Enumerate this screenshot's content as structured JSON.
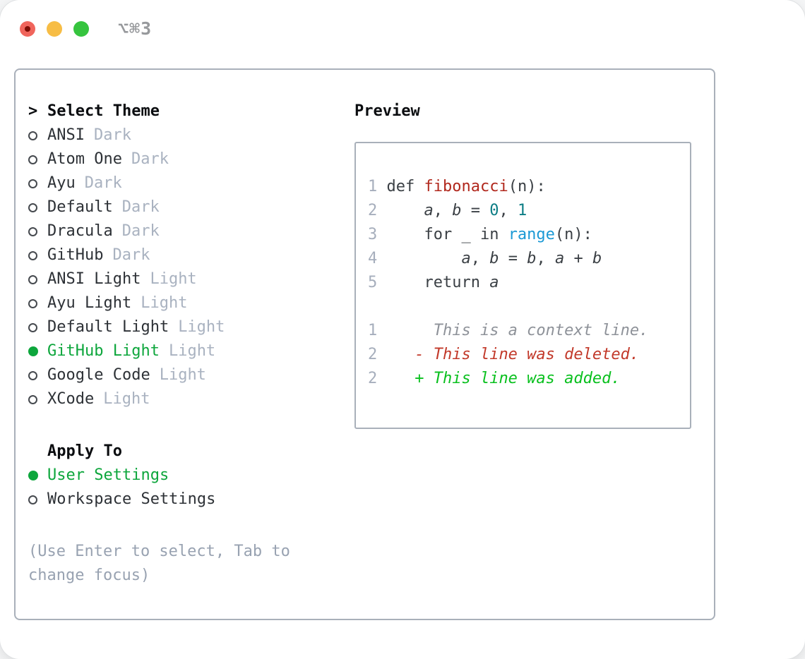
{
  "window": {
    "title": "⌥⌘3"
  },
  "colors": {
    "tl_red": "#f0655c",
    "tl_red_dot": "#7e0d05",
    "tl_yellow": "#f7bd45",
    "tl_green": "#36c43e",
    "title_gray": "#97999c",
    "border_gray": "#a9b0ba",
    "accent_green": "#0da63c",
    "text_dark": "#2d3136",
    "variant_gray": "#a9b2c0",
    "hint_gray": "#98a2b1",
    "lineno_gray": "#a6aebc",
    "code_plain": "#3b4045",
    "function_red": "#b1281d",
    "builtin_blue": "#1b99d5",
    "number_teal": "#0c7d85",
    "context_gray": "#8e9299",
    "deleted_red": "#c2392a",
    "added_green": "#09c01e"
  },
  "theme_picker": {
    "prompt": ">",
    "title": "Select Theme",
    "items": [
      {
        "name": "ANSI",
        "variant": "Dark",
        "selected": false
      },
      {
        "name": "Atom One",
        "variant": "Dark",
        "selected": false
      },
      {
        "name": "Ayu",
        "variant": "Dark",
        "selected": false
      },
      {
        "name": "Default",
        "variant": "Dark",
        "selected": false
      },
      {
        "name": "Dracula",
        "variant": "Dark",
        "selected": false
      },
      {
        "name": "GitHub",
        "variant": "Dark",
        "selected": false
      },
      {
        "name": "ANSI Light",
        "variant": "Light",
        "selected": false
      },
      {
        "name": "Ayu Light",
        "variant": "Light",
        "selected": false
      },
      {
        "name": "Default Light",
        "variant": "Light",
        "selected": false
      },
      {
        "name": "GitHub Light",
        "variant": "Light",
        "selected": true
      },
      {
        "name": "Google Code",
        "variant": "Light",
        "selected": false
      },
      {
        "name": "XCode",
        "variant": "Light",
        "selected": false
      }
    ]
  },
  "apply_to": {
    "title": "Apply To",
    "options": [
      {
        "label": "User Settings",
        "selected": true
      },
      {
        "label": "Workspace Settings",
        "selected": false
      }
    ]
  },
  "hint": {
    "line1": "(Use Enter to select, Tab to",
    "line2": "change focus)"
  },
  "preview": {
    "title": "Preview",
    "lines": [
      {
        "no": "1",
        "segments": [
          {
            "t": "def ",
            "s": "plain"
          },
          {
            "t": "fibonacci",
            "s": "function"
          },
          {
            "t": "(n):",
            "s": "plain"
          }
        ]
      },
      {
        "no": "2",
        "segments": [
          {
            "t": "    ",
            "s": "plain"
          },
          {
            "t": "a",
            "s": "variable"
          },
          {
            "t": ", ",
            "s": "plain"
          },
          {
            "t": "b",
            "s": "variable"
          },
          {
            "t": " = ",
            "s": "plain"
          },
          {
            "t": "0",
            "s": "number"
          },
          {
            "t": ", ",
            "s": "plain"
          },
          {
            "t": "1",
            "s": "number"
          }
        ]
      },
      {
        "no": "3",
        "segments": [
          {
            "t": "    for _ in ",
            "s": "plain"
          },
          {
            "t": "range",
            "s": "builtin"
          },
          {
            "t": "(n):",
            "s": "plain"
          }
        ]
      },
      {
        "no": "4",
        "segments": [
          {
            "t": "        ",
            "s": "plain"
          },
          {
            "t": "a",
            "s": "variable"
          },
          {
            "t": ", ",
            "s": "plain"
          },
          {
            "t": "b",
            "s": "variable"
          },
          {
            "t": " = ",
            "s": "plain"
          },
          {
            "t": "b",
            "s": "variable"
          },
          {
            "t": ", ",
            "s": "plain"
          },
          {
            "t": "a",
            "s": "variable"
          },
          {
            "t": " + ",
            "s": "plain"
          },
          {
            "t": "b",
            "s": "variable"
          }
        ]
      },
      {
        "no": "5",
        "segments": [
          {
            "t": "    return ",
            "s": "plain"
          },
          {
            "t": "a",
            "s": "variable"
          }
        ]
      },
      {
        "no": "",
        "segments": []
      },
      {
        "no": "1",
        "segments": [
          {
            "t": "     This is a context line.",
            "s": "context"
          }
        ]
      },
      {
        "no": "2",
        "segments": [
          {
            "t": "   - This line was deleted.",
            "s": "deleted"
          }
        ]
      },
      {
        "no": "2",
        "segments": [
          {
            "t": "   + This line was added.",
            "s": "added"
          }
        ]
      }
    ]
  }
}
